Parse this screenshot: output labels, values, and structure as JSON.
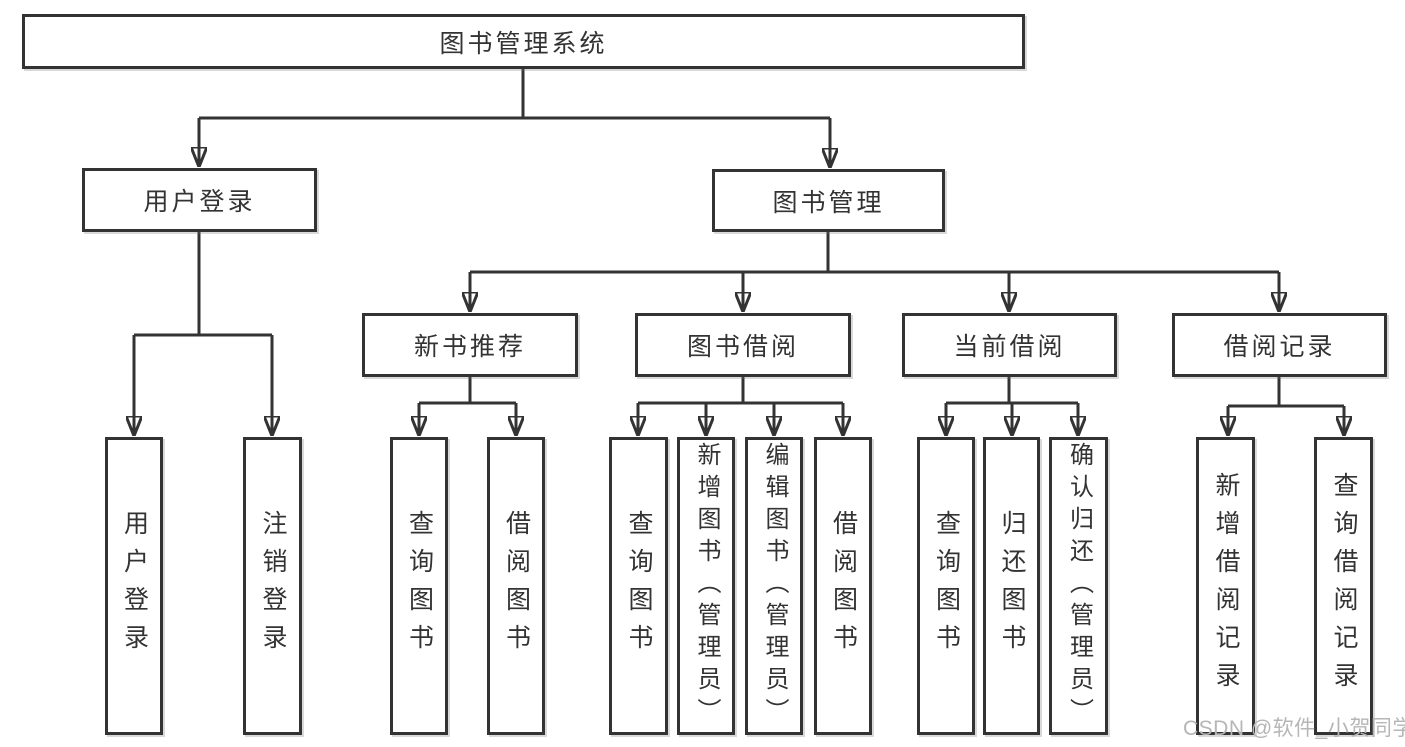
{
  "tree": {
    "root": {
      "label": "图书管理系统"
    },
    "branches": [
      {
        "label": "用户登录",
        "children": [
          {
            "label": "用户登录"
          },
          {
            "label": "注销登录"
          }
        ]
      },
      {
        "label": "图书管理",
        "sections": [
          {
            "label": "新书推荐",
            "children": [
              {
                "label": "查询图书"
              },
              {
                "label": "借阅图书"
              }
            ]
          },
          {
            "label": "图书借阅",
            "children": [
              {
                "label": "查询图书"
              },
              {
                "label": "新增图书（管理员）"
              },
              {
                "label": "编辑图书（管理员）"
              },
              {
                "label": "借阅图书"
              }
            ]
          },
          {
            "label": "当前借阅",
            "children": [
              {
                "label": "查询图书"
              },
              {
                "label": "归还图书"
              },
              {
                "label": "确认归还（管理员）"
              }
            ]
          },
          {
            "label": "借阅记录",
            "children": [
              {
                "label": "新增借阅记录"
              },
              {
                "label": "查询借阅记录"
              }
            ]
          }
        ]
      }
    ]
  },
  "watermark": {
    "text": "CSDN @软件_小贺同学"
  },
  "colors": {
    "line": "#333333",
    "box_border": "#333333",
    "text": "#333333",
    "watermark": "#b6b6b6",
    "background": "#ffffff"
  }
}
